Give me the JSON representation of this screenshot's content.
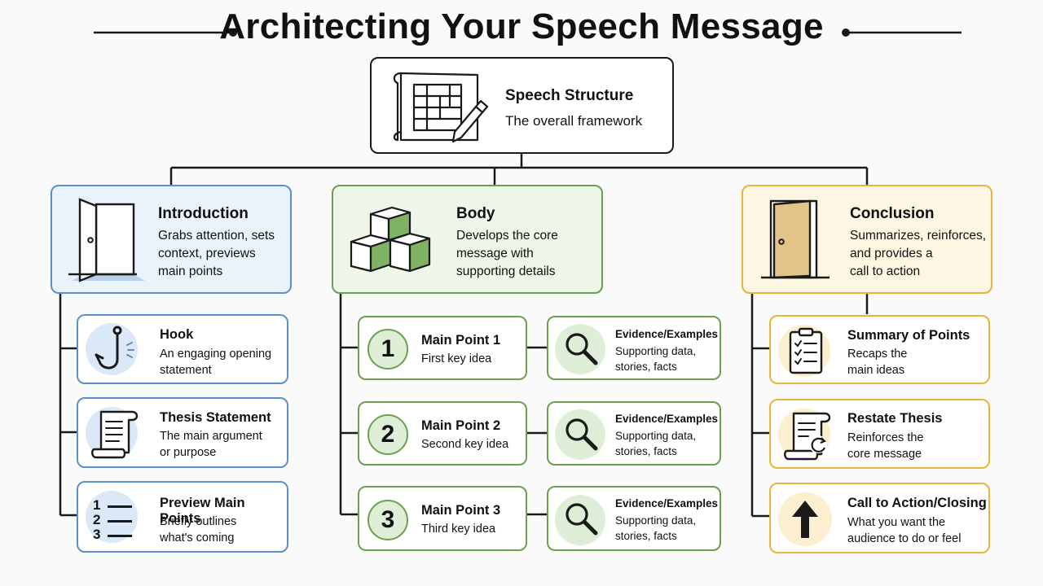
{
  "title": "Architecting Your Speech Message",
  "root": {
    "title": "Speech Structure",
    "desc": "The overall framework"
  },
  "introduction": {
    "title": "Introduction",
    "desc": [
      "Grabs attention, sets",
      "context, previews",
      "main points"
    ],
    "items": [
      {
        "title": "Hook",
        "desc": [
          "An engaging opening",
          "statement"
        ],
        "icon": "fishing-hook-icon"
      },
      {
        "title": "Thesis Statement",
        "desc": [
          "The main argument",
          "or purpose"
        ],
        "icon": "scroll-icon"
      },
      {
        "title": "Preview Main Points",
        "desc": [
          "Briefly outlines",
          "what's coming"
        ],
        "icon": "numbered-list-icon",
        "nums": [
          "1",
          "2",
          "3"
        ]
      }
    ]
  },
  "body": {
    "title": "Body",
    "desc": [
      "Develops the core",
      "message with",
      "supporting details"
    ],
    "points": [
      {
        "num": "1",
        "title": "Main Point 1",
        "desc": "First key idea"
      },
      {
        "num": "2",
        "title": "Main Point 2",
        "desc": "Second key idea"
      },
      {
        "num": "3",
        "title": "Main Point 3",
        "desc": "Third key idea"
      }
    ],
    "evidence": {
      "title": "Evidence/Examples",
      "desc": [
        "Supporting data,",
        "stories, facts"
      ]
    }
  },
  "conclusion": {
    "title": "Conclusion",
    "desc": [
      "Summarizes, reinforces,",
      "and provides a",
      "call to action"
    ],
    "items": [
      {
        "title": "Summary of Points",
        "desc": [
          "Recaps the",
          "main ideas"
        ],
        "icon": "clipboard-checklist-icon"
      },
      {
        "title": "Restate Thesis",
        "desc": [
          "Reinforces the",
          "core message"
        ],
        "icon": "scroll-refresh-icon"
      },
      {
        "title": "Call to Action/Closing",
        "desc": [
          "What you want the",
          "audience to do or feel"
        ],
        "icon": "arrow-up-icon"
      }
    ]
  },
  "colors": {
    "blue": "#5b8fcf",
    "green": "#6aa04f",
    "gold": "#e6b53c",
    "line": "#1a1a1a"
  }
}
